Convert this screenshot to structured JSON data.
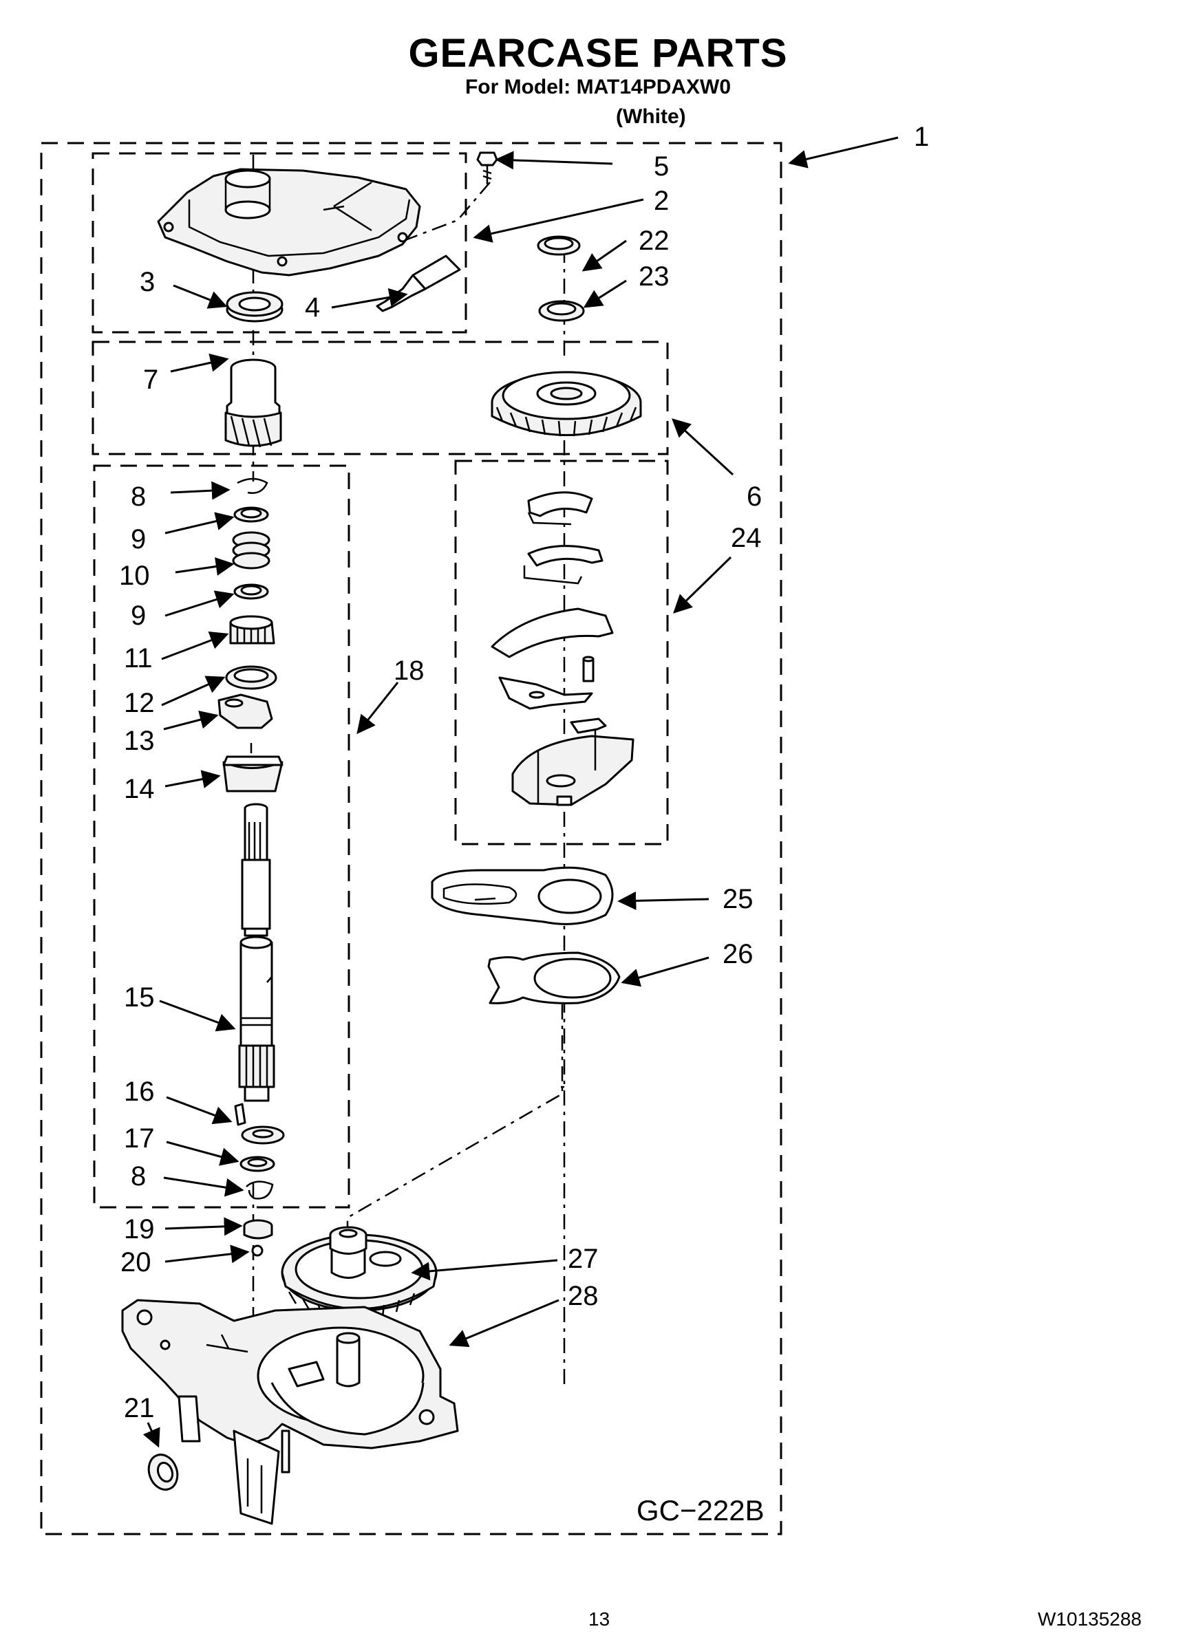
{
  "header": {
    "title": "GEARCASE PARTS",
    "model_line": "For Model: MAT14PDAXW0",
    "color_note": "(White)"
  },
  "diagram": {
    "code": "GC−222B",
    "callouts": [
      "1",
      "2",
      "3",
      "4",
      "5",
      "6",
      "7",
      "8",
      "9",
      "10",
      "9",
      "11",
      "12",
      "13",
      "14",
      "15",
      "16",
      "17",
      "8",
      "18",
      "19",
      "20",
      "21",
      "22",
      "23",
      "24",
      "25",
      "26",
      "27",
      "28"
    ],
    "parts": [
      "screw",
      "gearcase-cover",
      "cover-seal",
      "sealant-tube",
      "retaining-ring",
      "washer",
      "large-drive-gear",
      "pinion-gear",
      "shaft-assembly",
      "shift-assembly",
      "shift-fork",
      "shift-lever",
      "gearcase-base",
      "drive-gear",
      "seal"
    ]
  },
  "footer": {
    "page_number": "13",
    "doc_number": "W10135288"
  }
}
